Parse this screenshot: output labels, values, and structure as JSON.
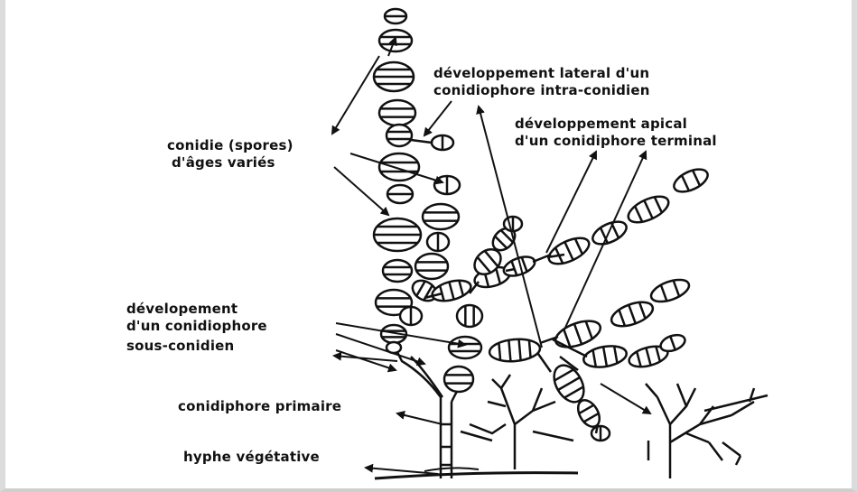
{
  "labels": {
    "conidie_line1": "conidie (spores)",
    "conidie_line2": "d'âges variés",
    "lateral_line1": "développement lateral d'un",
    "lateral_line2": "conidiophore intra-conidien",
    "apical_line1": "développement apical",
    "apical_line2": "d'un conidiphore terminal",
    "sous_line1": "dévelopement",
    "sous_line2": "d'un conidiophore",
    "sous_line3": "sous-conidien",
    "primaire": "conidiphore primaire",
    "hyphe": "hyphe végétative"
  }
}
